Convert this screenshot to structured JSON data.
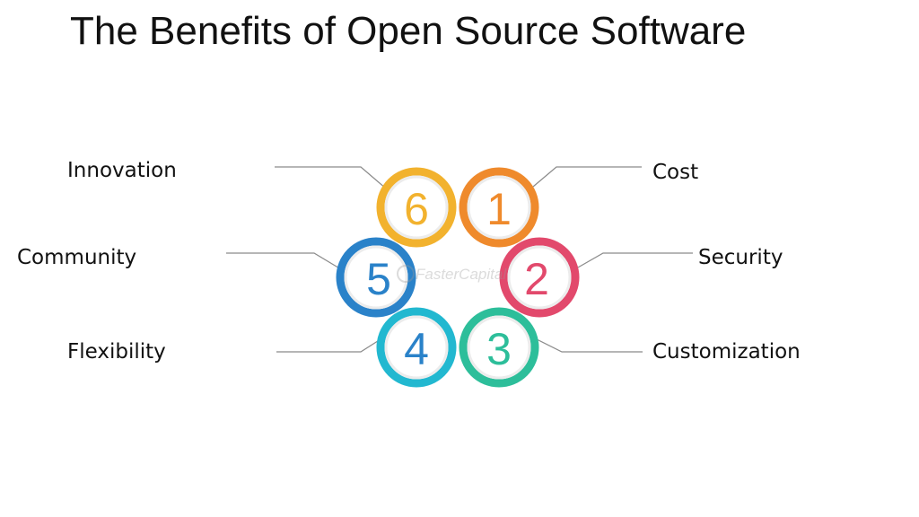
{
  "title": "The Benefits of Open Source Software",
  "watermark": "FasterCapital",
  "items": [
    {
      "number": "1",
      "label": "Cost",
      "color": "#EF8A2C"
    },
    {
      "number": "2",
      "label": "Security",
      "color": "#E2496C"
    },
    {
      "number": "3",
      "label": "Customization",
      "color": "#2DBE9A"
    },
    {
      "number": "4",
      "label": "Flexibility",
      "color": "#22B8D0"
    },
    {
      "number": "5",
      "label": "Community",
      "color": "#2A82C9"
    },
    {
      "number": "6",
      "label": "Innovation",
      "color": "#F2B22E"
    }
  ]
}
